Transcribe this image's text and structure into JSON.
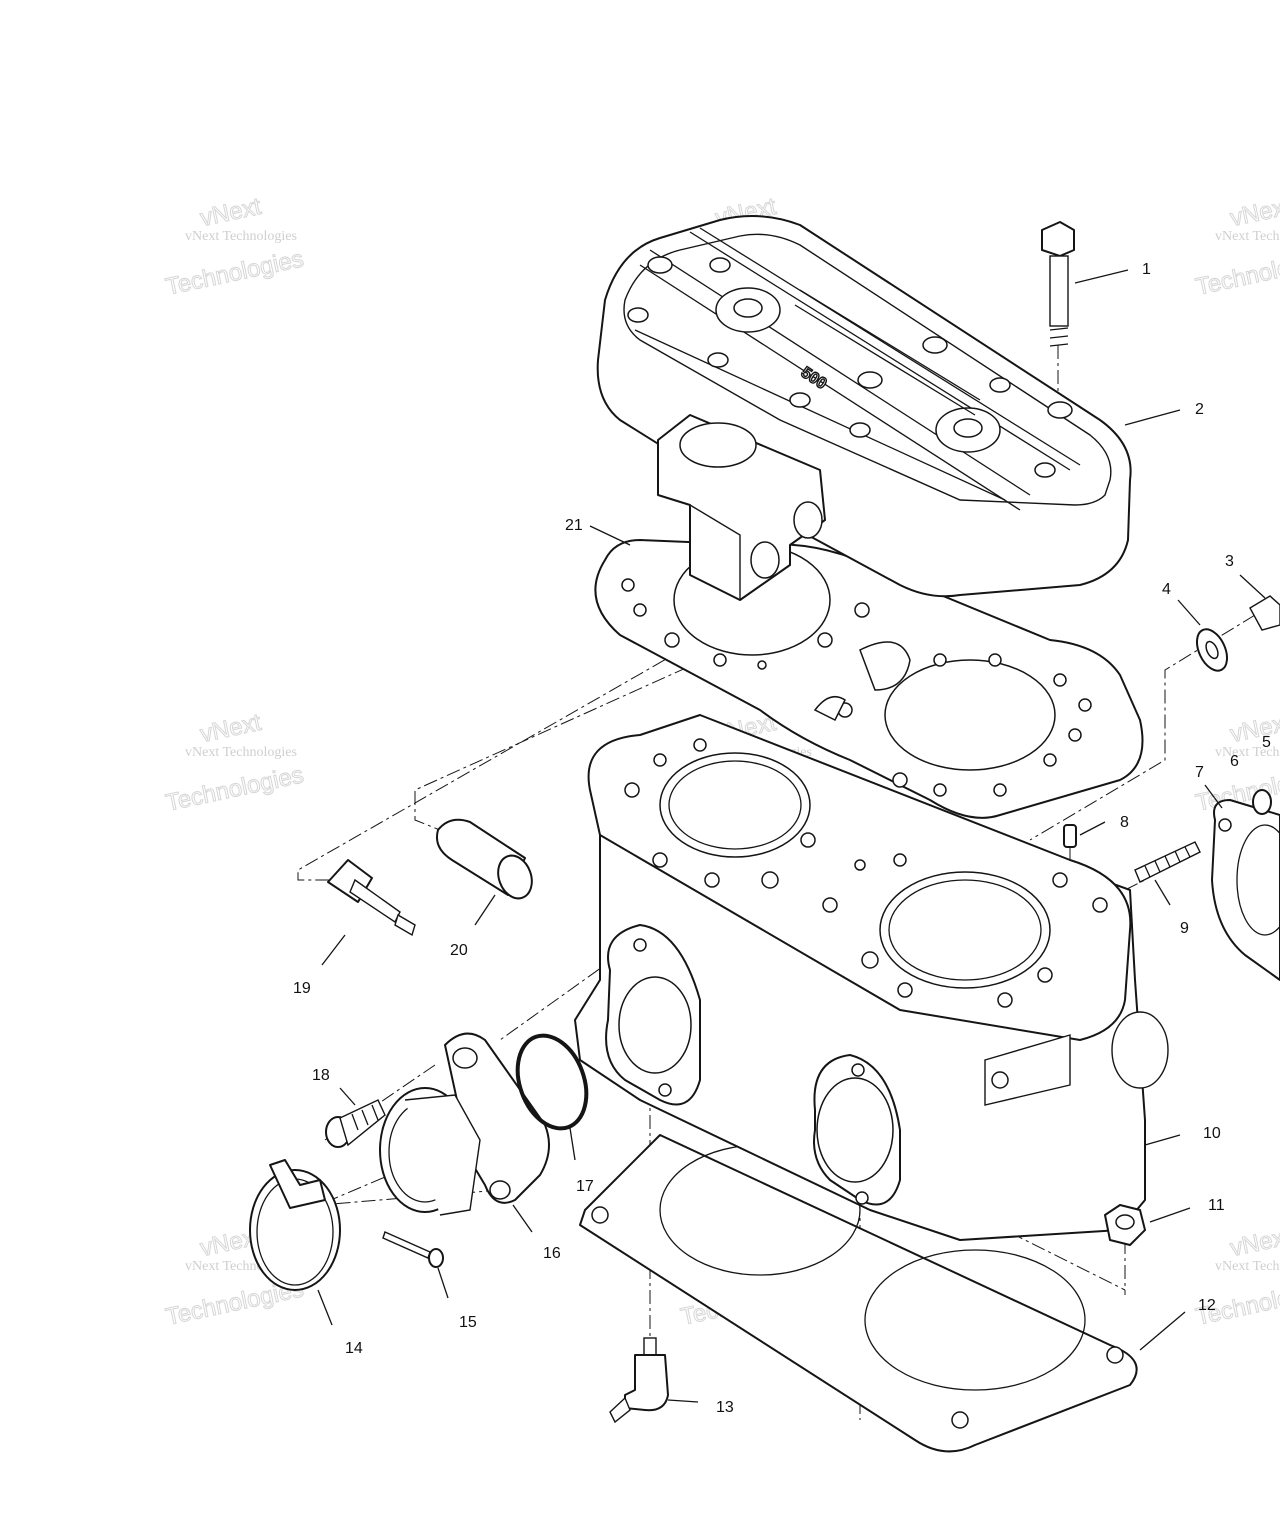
{
  "diagram": {
    "callouts": [
      "1",
      "2",
      "3",
      "4",
      "5",
      "6",
      "7",
      "8",
      "9",
      "10",
      "11",
      "12",
      "13",
      "14",
      "15",
      "16",
      "17",
      "18",
      "19",
      "20",
      "21"
    ],
    "logo_text": "500",
    "watermark": {
      "line1": "vNext",
      "line2": "vNext Technologies",
      "line3": "Technologies"
    }
  }
}
